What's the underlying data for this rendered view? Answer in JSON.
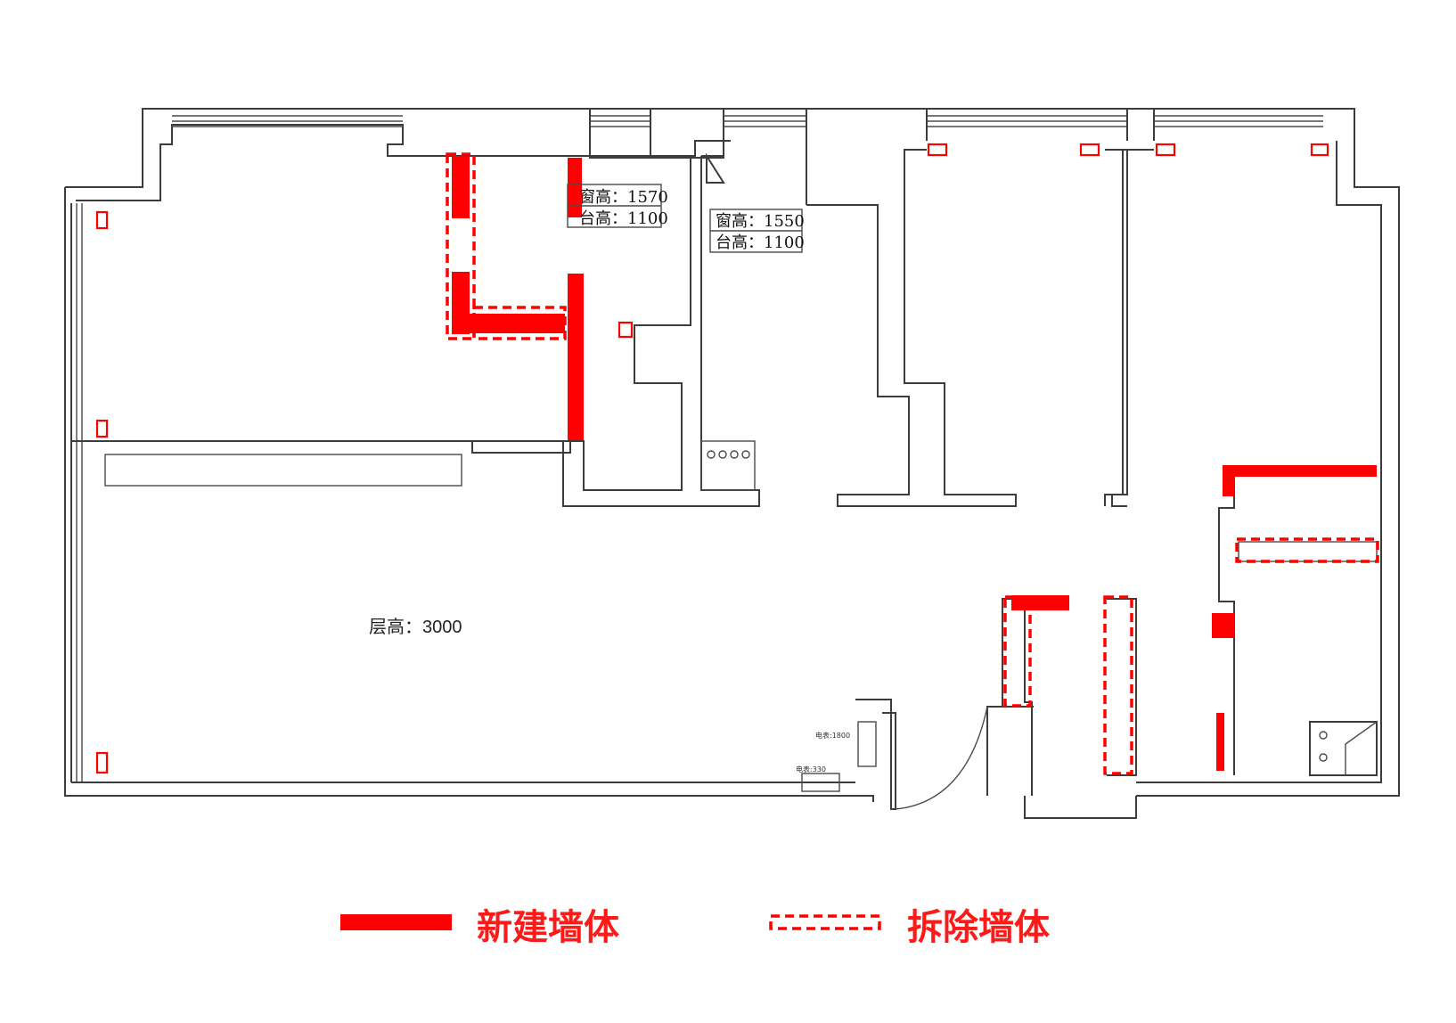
{
  "labels": {
    "window1_height": "窗高：1570",
    "window1_sill": "台高：1100",
    "window2_height": "窗高：1550",
    "window2_sill": "台高：1100",
    "floor_height": "层高：3000",
    "meter1": "电表:1800",
    "meter2": "电表:330"
  },
  "legend": {
    "new_wall": "新建墙体",
    "demolished_wall": "拆除墙体"
  },
  "colors": {
    "new_wall": "#ff0000",
    "demolished_wall": "#ff0000",
    "wall_line": "#3c3c3c"
  }
}
